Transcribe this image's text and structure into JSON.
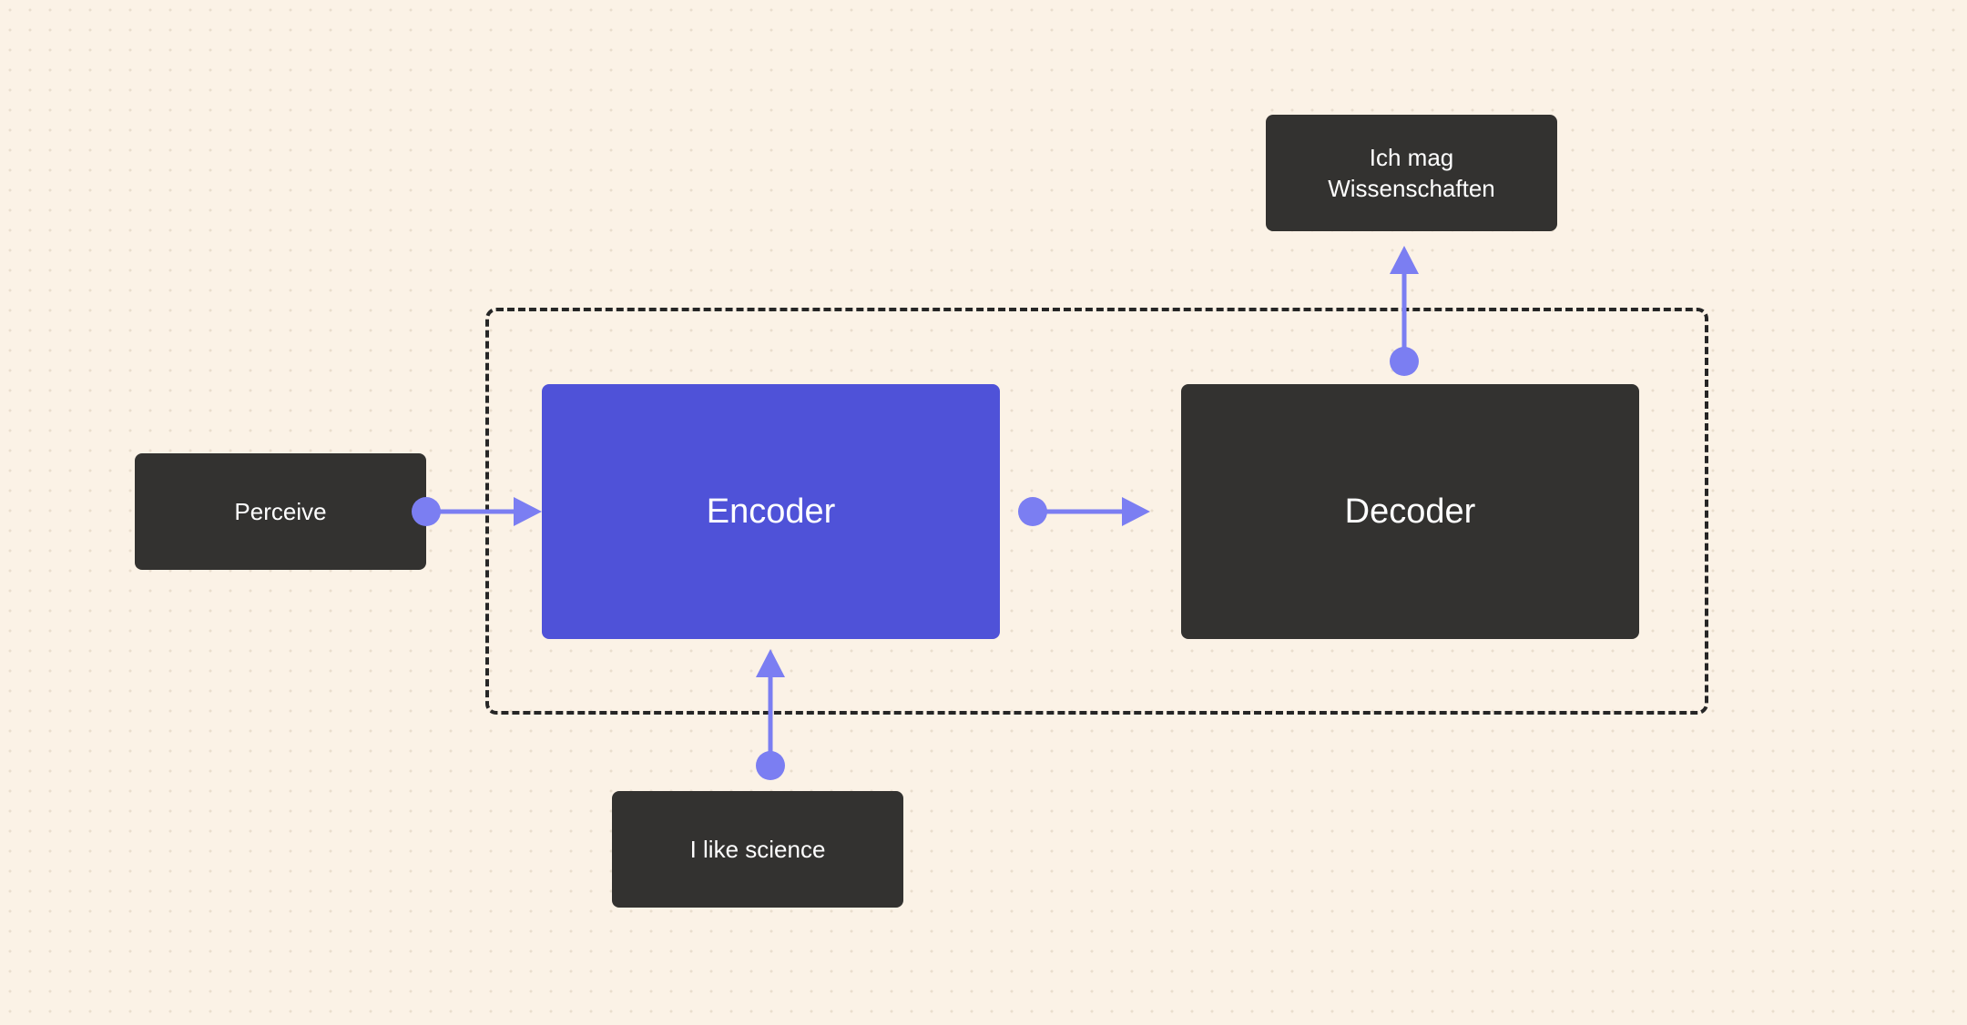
{
  "nodes": {
    "perceive": "Perceive",
    "encoder": "Encoder",
    "decoder": "Decoder",
    "input": "I like science",
    "output": "Ich mag\nWissenschaften"
  },
  "colors": {
    "background": "#fbf2e6",
    "dark_box": "#333230",
    "encoder_box": "#4f52d8",
    "connector": "#7b7ef2",
    "dashed_border": "#262626",
    "text": "#ffffff"
  },
  "edges": [
    {
      "from": "perceive",
      "to": "encoder"
    },
    {
      "from": "input",
      "to": "encoder"
    },
    {
      "from": "encoder",
      "to": "decoder"
    },
    {
      "from": "decoder",
      "to": "output"
    }
  ]
}
